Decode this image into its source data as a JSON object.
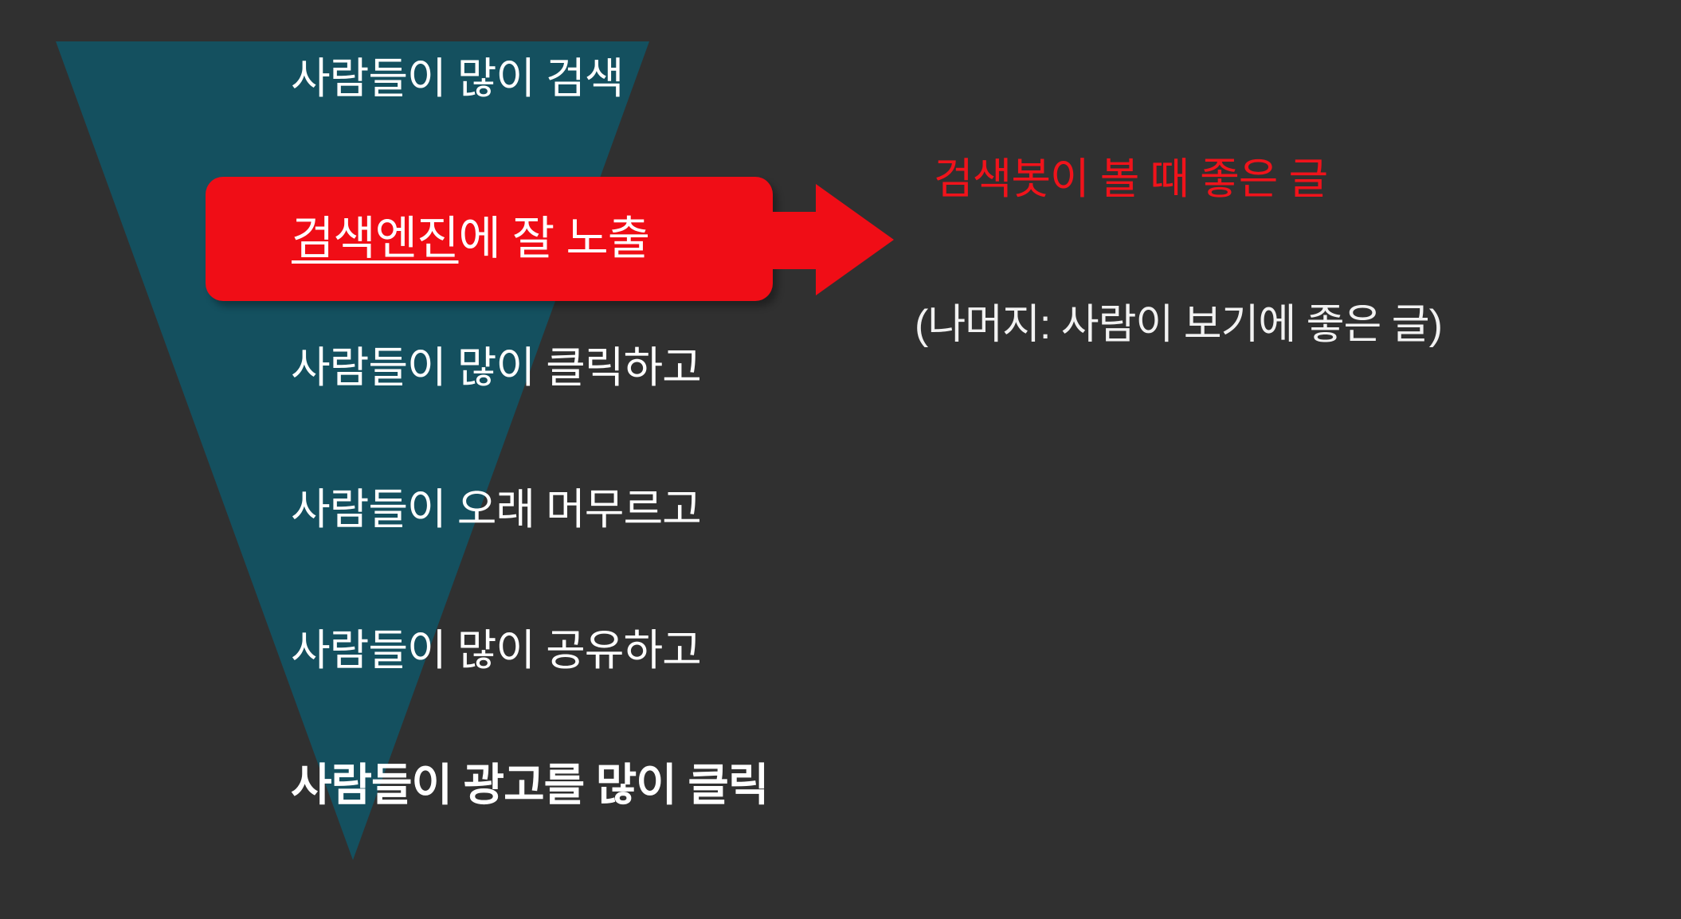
{
  "slide": {
    "background_color": "#303030",
    "funnel_color": "#14505F",
    "accent_color": "#F00D16",
    "text_color": "#FFFFFF"
  },
  "funnel": {
    "name": "search-ranking-funnel",
    "stages": [
      {
        "label": "사람들이 많이 검색",
        "emphasis": "normal"
      },
      {
        "label": "사람들이 많이 클릭하고",
        "emphasis": "normal"
      },
      {
        "label": "사람들이 오래 머무르고",
        "emphasis": "normal"
      },
      {
        "label": "사람들이 많이 공유하고",
        "emphasis": "normal"
      },
      {
        "label": "사람들이 광고를 많이 클릭",
        "emphasis": "bold"
      }
    ]
  },
  "callout": {
    "underlined_text": "검색엔진",
    "rest_text": "에 잘 노출",
    "background_color": "#F00D16",
    "text_color": "#FFFFFF"
  },
  "arrow": {
    "icon": "arrow-right-icon",
    "color": "#F00D16"
  },
  "notes": {
    "primary": "검색봇이 볼 때 좋은 글",
    "primary_color": "#F0131B",
    "secondary": "(나머지: 사람이 보기에 좋은 글)",
    "secondary_color": "#F2F2F2"
  }
}
